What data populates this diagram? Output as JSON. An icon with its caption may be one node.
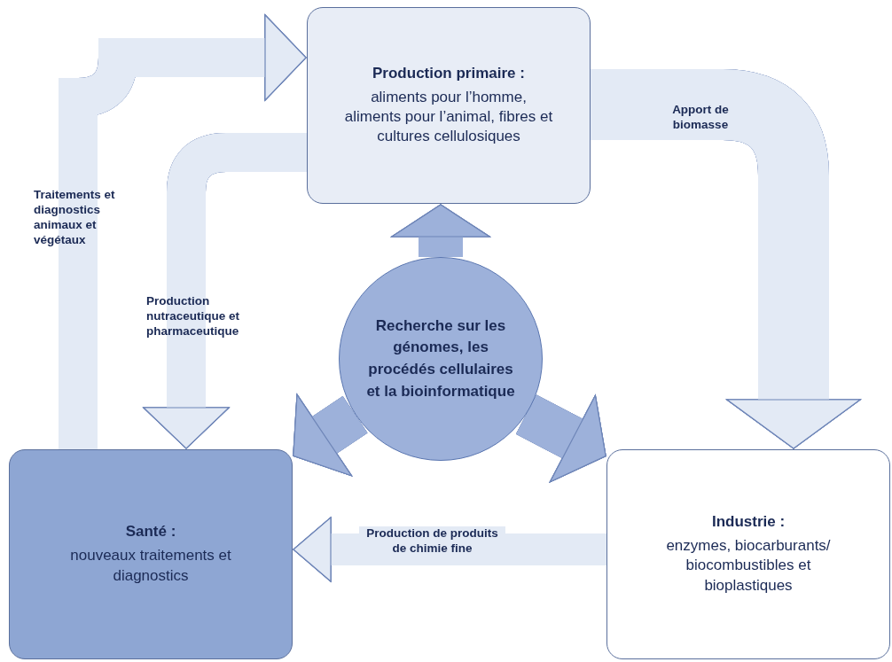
{
  "diagram": {
    "nodes": [
      {
        "text": [
          "Production primaire :",
          "aliments pour l’homme, aliments pour l’animal, fibres et cultures cellulosiques"
        ]
      },
      {
        "text": [
          "Recherche sur les génomes, les procédés cellulaires et la bioinformatique"
        ]
      },
      {
        "text": [
          "Santé :",
          "nouveaux traitements et diagnostics"
        ]
      },
      {
        "text": [
          "Industrie :",
          "enzymes, biocarburants/ biocombustibles et bioplastiques"
        ]
      }
    ],
    "edges": [
      {
        "from": 2,
        "to": 0,
        "arrow": "to",
        "label": "Traitements et diagnostics animaux et végétaux"
      },
      {
        "from": 0,
        "to": 2,
        "arrow": "to",
        "label": "Production nutraceutique et pharmaceutique"
      },
      {
        "from": 0,
        "to": 3,
        "arrow": "to",
        "label": "Apport de biomasse"
      },
      {
        "from": 3,
        "to": 2,
        "arrow": "to",
        "label": "Production de produits de chimie fine"
      },
      {
        "from": 1,
        "to": 0,
        "arrow": "to",
        "color": "#9db1da"
      },
      {
        "from": 1,
        "to": 2,
        "arrow": "to",
        "color": "#9db1da"
      },
      {
        "from": 1,
        "to": 3,
        "arrow": "to",
        "color": "#9db1da"
      }
    ]
  }
}
